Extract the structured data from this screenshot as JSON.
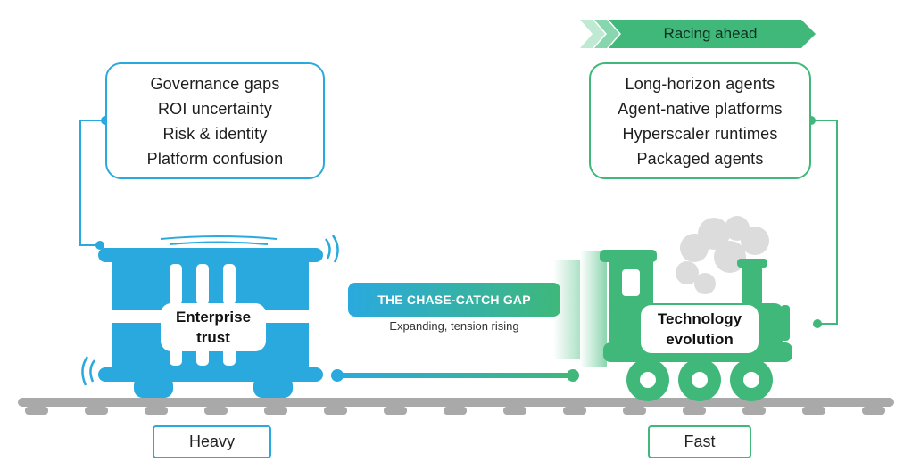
{
  "colors": {
    "blue": "#2aa9df",
    "green": "#3fb87a",
    "rail": "#a9a9a9",
    "smoke": "#d9d9d9"
  },
  "enterprise": {
    "challenges": [
      "Governance gaps",
      "ROI uncertainty",
      "Risk & identity",
      "Platform confusion"
    ],
    "label_line1": "Enterprise",
    "label_line2": "trust",
    "speed_tag": "Heavy"
  },
  "technology": {
    "banner": "Racing ahead",
    "advances": [
      "Long-horizon agents",
      "Agent-native platforms",
      "Hyperscaler runtimes",
      "Packaged agents"
    ],
    "label_line1": "Technology",
    "label_line2": "evolution",
    "speed_tag": "Fast"
  },
  "gap": {
    "title": "THE CHASE-CATCH GAP",
    "subtitle": "Expanding, tension rising"
  }
}
